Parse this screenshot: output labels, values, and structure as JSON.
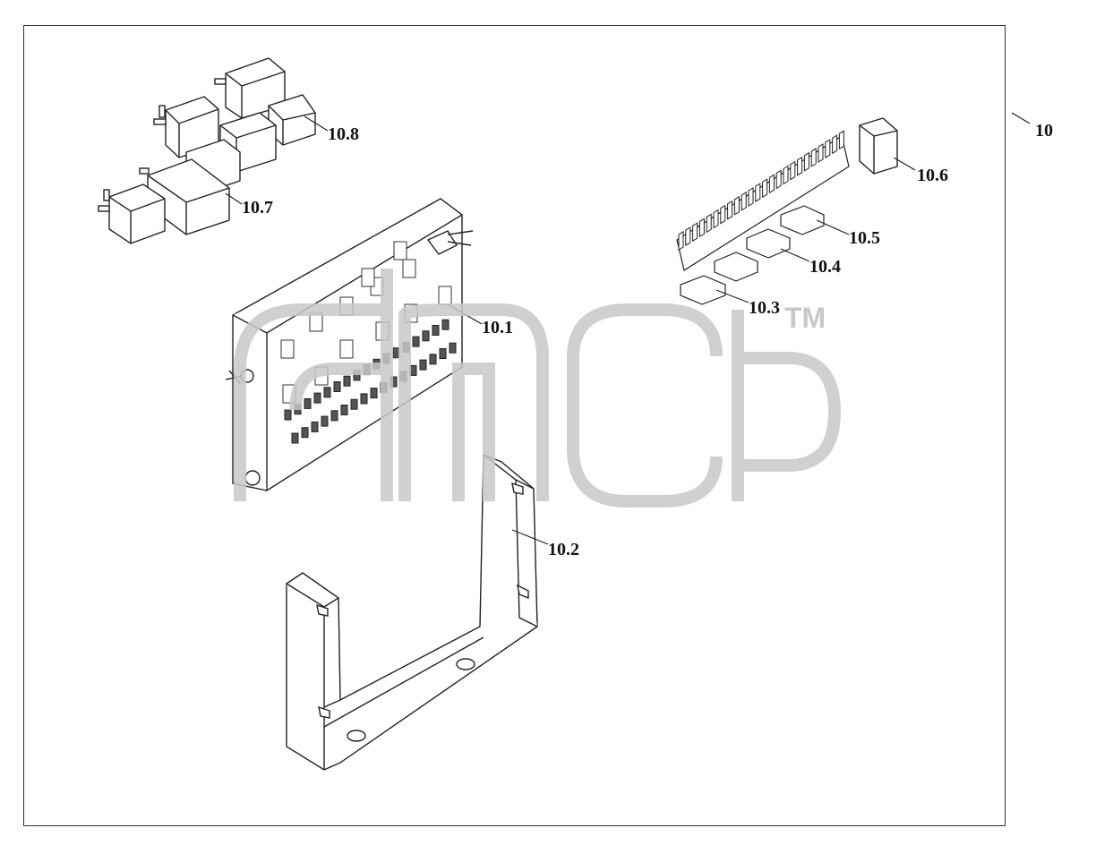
{
  "diagram": {
    "assembly_label": "10",
    "parts": {
      "fuse_block": "10.1",
      "bracket": "10.2",
      "fuse_a": "10.3",
      "fuse_b": "10.4",
      "fuse_c": "10.5",
      "puller": "10.6",
      "relay_large": "10.7",
      "relay_small": "10.8"
    }
  },
  "watermark": {
    "mark": "TM"
  },
  "colors": {
    "line": "#222222",
    "watermark": "#c8c8c8",
    "fill": "#ffffff"
  }
}
